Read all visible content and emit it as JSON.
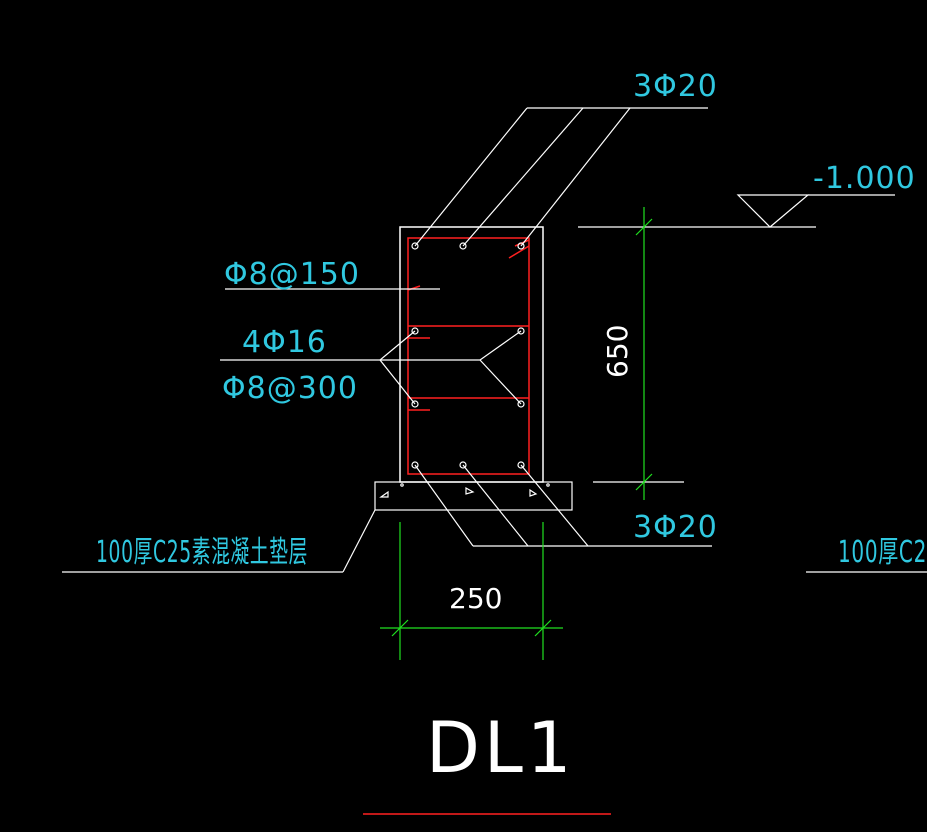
{
  "drawing": {
    "title": "DL1",
    "top_rebar": "3Φ20",
    "bottom_rebar": "3Φ20",
    "stirrup": "Φ8@150",
    "side_rebar": "4Φ16",
    "tie_bar": "Φ8@300",
    "elevation": "-1.000",
    "height_dim": "650",
    "width_dim": "250",
    "cushion_left": "100厚C25素混凝土垫层",
    "cushion_right": "100厚C2"
  },
  "colors": {
    "background": "#000000",
    "outline": "#ffffff",
    "rebar": "#ff2020",
    "text": "#30c8e0",
    "dimension": "#20e020"
  }
}
